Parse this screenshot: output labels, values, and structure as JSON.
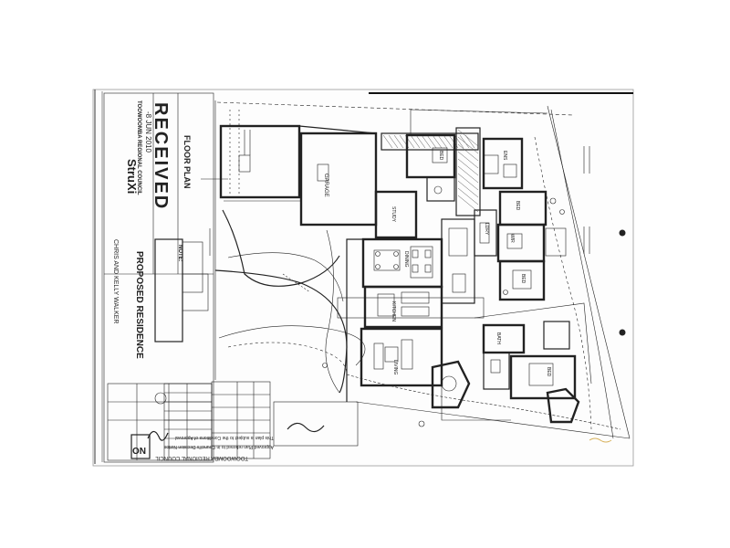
{
  "plan": {
    "title": "FLOOR PLAN",
    "council_stamp": "RECEIVED",
    "council_stamp_date": "-8 JUN 2010",
    "council_name_stamp": "TOOWOOMBA REGIONAL COUNCIL",
    "designer_logo": "StruXi",
    "project_title": "PROPOSED RESIDENCE",
    "client": "CHRIS AND KELLY WALKER",
    "approval_header": "TOOWOOMBA REGIONAL COUNCIL",
    "approval_line1": "Approved Plan referred to in Council's Decision Notice",
    "approval_line2": "This plan is subject to the Conditions of Approval",
    "approval_stamp_no": "NO",
    "note_title": "NOTE:",
    "room_labels": {
      "garage": "GARAGE",
      "kitchen": "KITCHEN",
      "dining": "DINING",
      "living": "LIVING",
      "bed": "BED",
      "ens": "ENS",
      "wir": "WIR",
      "bath": "BATH",
      "laundry": "LDRY",
      "study": "STUDY"
    }
  }
}
